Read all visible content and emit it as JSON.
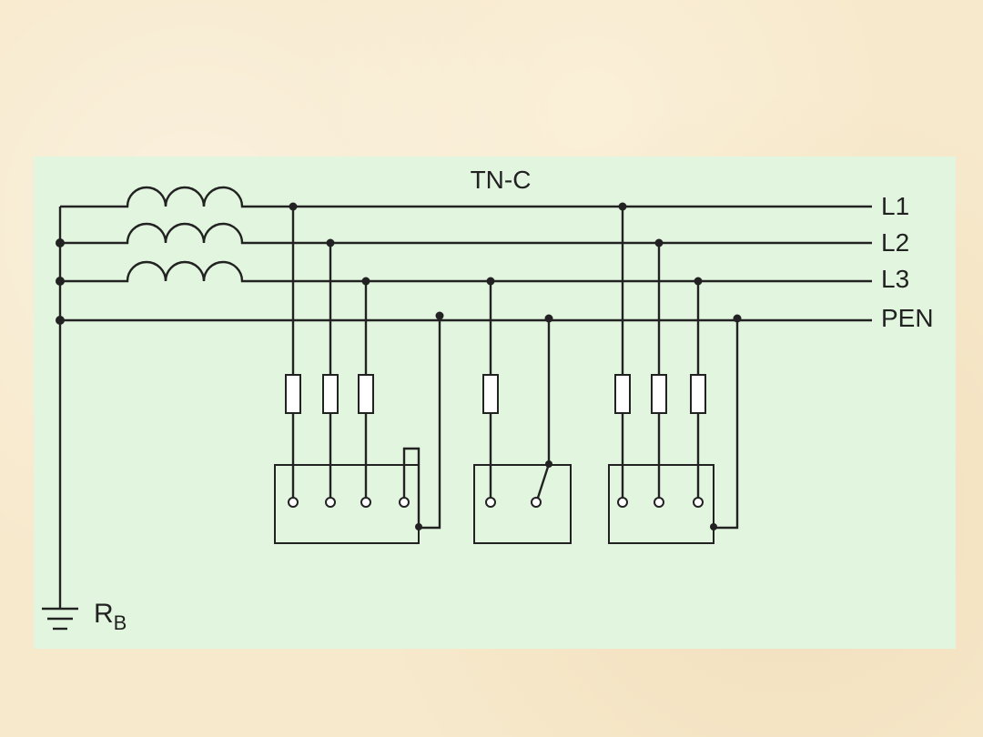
{
  "diagram": {
    "title": "TN-C",
    "conductors": {
      "l1": "L1",
      "l2": "L2",
      "l3": "L3",
      "pen": "PEN"
    },
    "earth_label": {
      "main": "R",
      "subscript": "B"
    }
  },
  "colors": {
    "page_background": "#f7e9cc",
    "panel_background": "#e2f6df",
    "wire": "#222222"
  }
}
